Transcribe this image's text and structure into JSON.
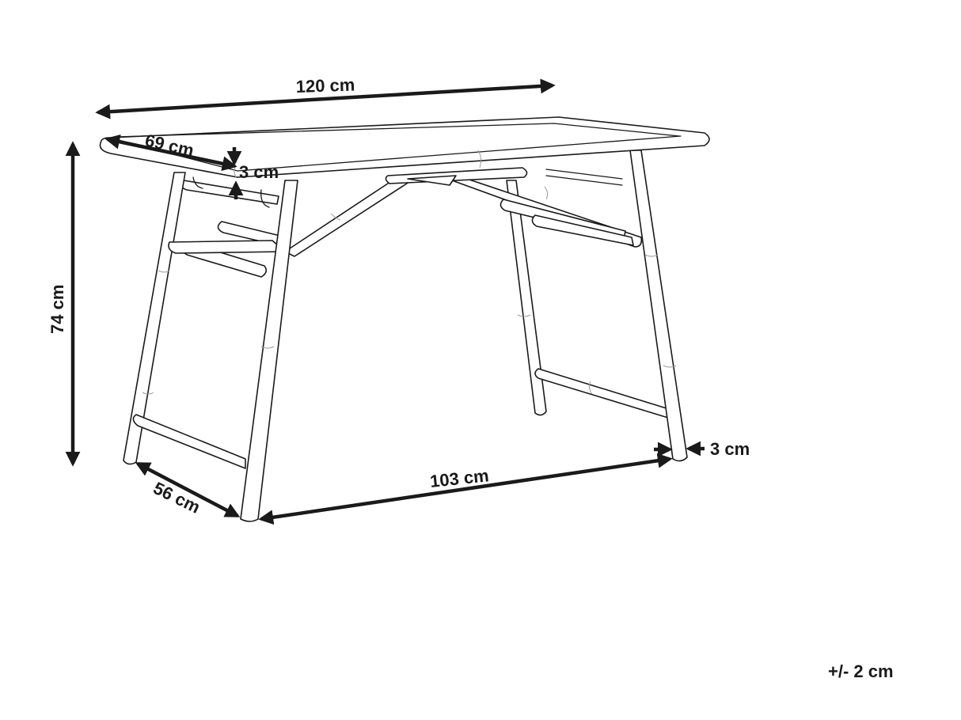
{
  "diagram": {
    "subject": "Bamboo folding table",
    "view": "isometric line drawing with dimensions",
    "line_color": "#1a1a1a",
    "background_color": "#ffffff",
    "dimensions": {
      "width": {
        "label": "120 cm",
        "value": 120,
        "unit": "cm",
        "meaning": "tabletop length"
      },
      "depth_top": {
        "label": "69 cm",
        "value": 69,
        "unit": "cm",
        "meaning": "tabletop depth"
      },
      "top_thickness": {
        "label": "3 cm",
        "value": 3,
        "unit": "cm",
        "meaning": "tabletop edge thickness"
      },
      "height": {
        "label": "74 cm",
        "value": 74,
        "unit": "cm",
        "meaning": "total height"
      },
      "depth_legs": {
        "label": "56 cm",
        "value": 56,
        "unit": "cm",
        "meaning": "leg base depth"
      },
      "width_legs": {
        "label": "103 cm",
        "value": 103,
        "unit": "cm",
        "meaning": "leg base width"
      },
      "leg_diameter": {
        "label": "3 cm",
        "value": 3,
        "unit": "cm",
        "meaning": "leg diameter"
      }
    },
    "tolerance": "+/- 2 cm"
  }
}
